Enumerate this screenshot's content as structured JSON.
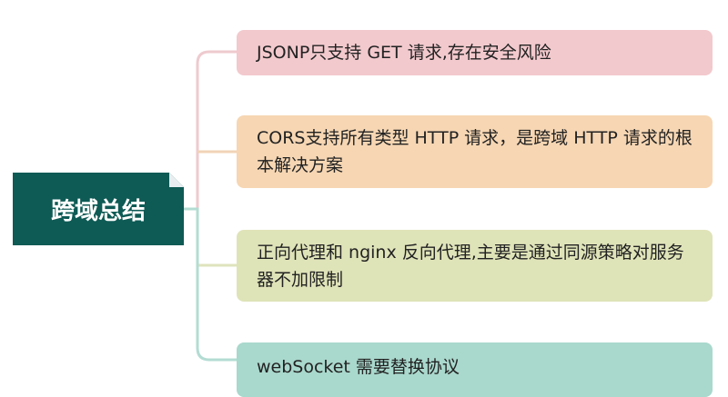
{
  "root": {
    "label": "跨域总结",
    "color": "#0e5a55"
  },
  "branches": [
    {
      "text": "JSONP只支持 GET 请求,存在安全风险",
      "color": "#f2c9cd",
      "line": "#eecace"
    },
    {
      "text": "CORS支持所有类型 HTTP 请求，是跨域 HTTP 请求的根本解决方案",
      "color": "#f6d6b3",
      "line": "#f1d3b6"
    },
    {
      "text": "正向代理和 nginx 反向代理,主要是通过同源策略对服务器不加限制",
      "color": "#dfe3b8",
      "line": "#dfe3bd"
    },
    {
      "text": "webSocket 需要替换协议",
      "color": "#a9d8cc",
      "line": "#b3dcd2"
    }
  ]
}
